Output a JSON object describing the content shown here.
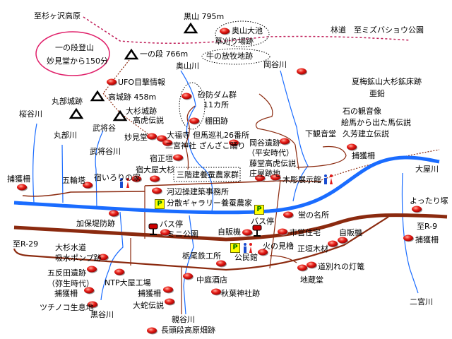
{
  "colors": {
    "river": "#1a6cff",
    "road": "#8b2a0f",
    "trail": "#c0205a",
    "pin": "#e8201a",
    "ellipse": "#e0206a"
  },
  "info_box": {
    "line1": "一の段登山",
    "line2": "妙見堂から150分"
  },
  "parking_label": "P",
  "labels": [
    "至杉ヶ沢高原",
    "黒山 795m",
    "奥山大池",
    "草刈り場跡",
    "牛の放牧地跡",
    "林道　至ミズバショウ公園",
    "一の段 766m",
    "奥山川",
    "岡谷川",
    "UFO目撃情報",
    "夏梅鉱山大杉鉱床跡",
    "亜鉛",
    "高城跡 458m",
    "丸部城跡",
    "砂防ダム群",
    "11カ所",
    "桜谷川",
    "大杉城跡",
    "高虎伝説",
    "棚田跡",
    "石の観音像",
    "絵馬から出た馬伝説",
    "久芳建立伝説",
    "丸部川",
    "武将谷",
    "妙見堂",
    "大福寺",
    "但馬巡礼26番所",
    "二宮神社 ざんざこ踊り",
    "下観音堂",
    "岡谷遺跡",
    "（平安時代）",
    "武将谷川",
    "捕獲柵",
    "宿正垣",
    "藤堂高虎伝説",
    "庄屋跡地",
    "宿大屋大杉",
    "三階建養蚕農家群",
    "木彫展示館",
    "大屋川",
    "捕獲柵",
    "五輪塔",
    "宿いろりの家",
    "河辺操建築事務所",
    "分散ギャラリー養蚕農家",
    "よったり塚",
    "蛍の名所",
    "加保堤防跡",
    "バス停",
    "バス停",
    "ミニ公園",
    "自販機",
    "市営住宅",
    "至R-9",
    "自販機",
    "捕獲柵",
    "至R-29",
    "火の見櫓",
    "正垣木材",
    "大杉水道",
    "吸水ポンプ跡",
    "栃尾鉄工所",
    "公民館",
    "道別れの灯篭",
    "五反田遺跡",
    "（弥生時代）",
    "中庭酒店",
    "NTP大屋工場",
    "地蔵堂",
    "捕獲柵",
    "捕獲柵",
    "秋葉神社跡",
    "二宮川",
    "大蛇伝説",
    "ツチノコ生息地",
    "黒谷川",
    "親谷川",
    "長頭段高原畑跡"
  ]
}
